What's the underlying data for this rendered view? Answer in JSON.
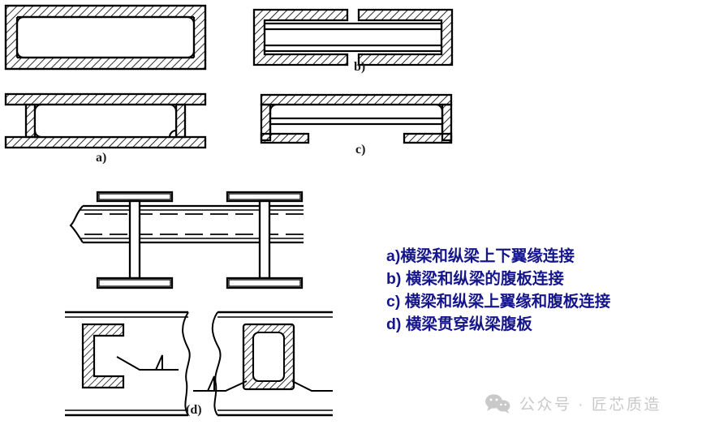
{
  "document": {
    "type": "engineering-drawing",
    "subject": "Cross beam to longitudinal girder connection details",
    "background_color": "#ffffff",
    "line_color": "#000000"
  },
  "figures": [
    {
      "id": "box-section",
      "label": "",
      "description": "closed box girder cross-section with hatched walls"
    },
    {
      "id": "i-section-a",
      "label": "a)",
      "description": "I-beam cross-section, hatched top and bottom flanges and webs"
    },
    {
      "id": "channel-pair-b",
      "label": "b)",
      "description": "two opposing channel sections joined by horizontal web plates"
    },
    {
      "id": "open-u-c",
      "label": "c)",
      "description": "inverted U section open at the bottom with horizontal web plate"
    },
    {
      "id": "assembly-d",
      "label": "(d)",
      "description": "cross beams penetrating the longitudinal girder web, elevation and details"
    }
  ],
  "figure_labels": {
    "a": "a)",
    "b": "b)",
    "c": "c)",
    "d": "(d)"
  },
  "legend": {
    "accent_color": "#16168c",
    "lines": [
      "a)横梁和纵梁上下翼缘连接",
      "b) 横梁和纵梁的腹板连接",
      "c) 横梁和纵梁上翼缘和腹板连接",
      "d) 横梁贯穿纵梁腹板"
    ]
  },
  "watermark": {
    "icon": "wechat-icon",
    "text": "公众号 · 匠芯质造",
    "color": "#c9c9c9"
  }
}
